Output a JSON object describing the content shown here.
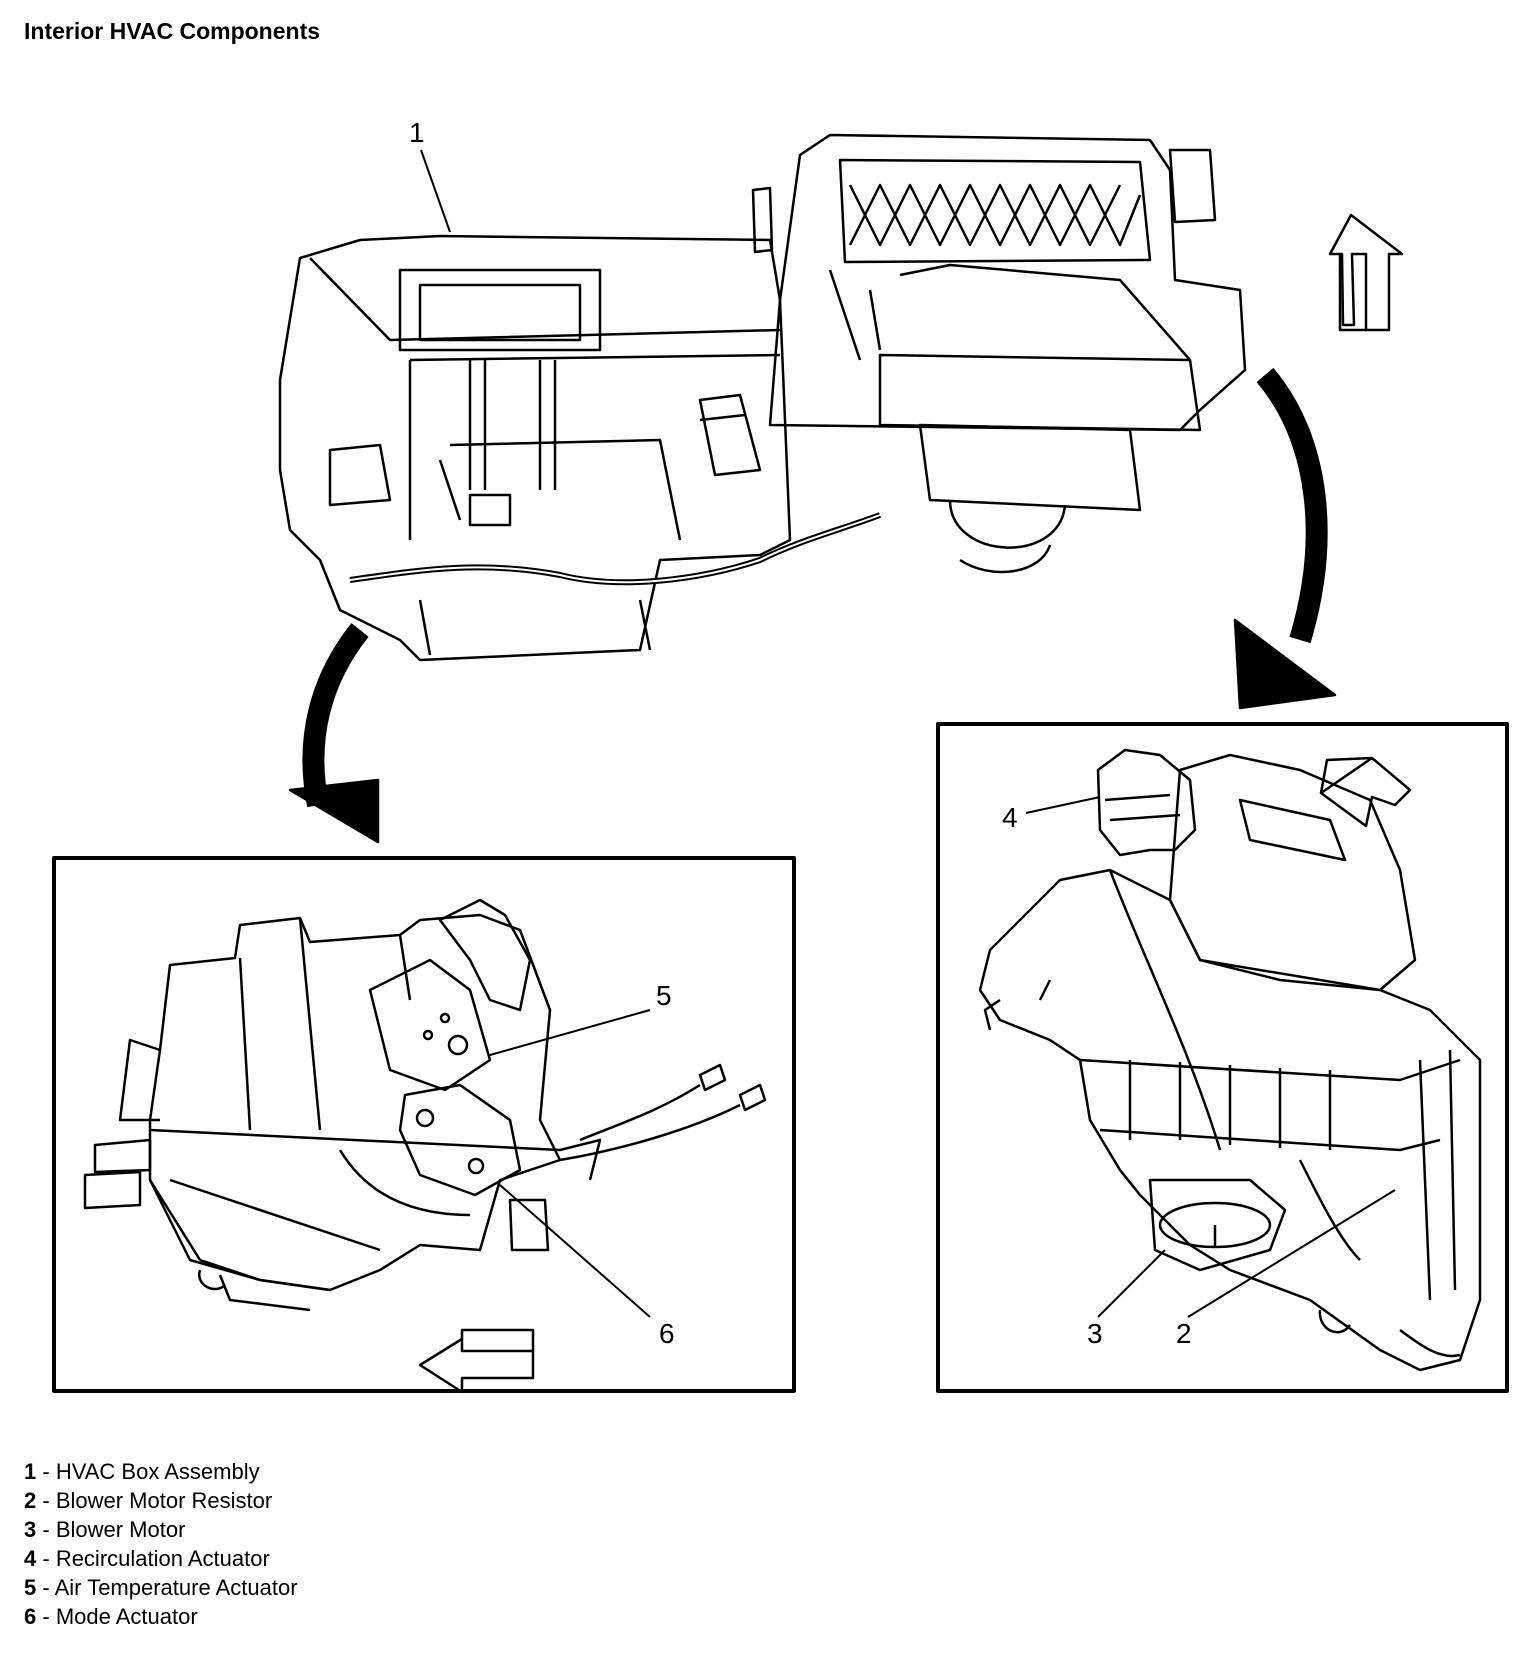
{
  "title": "Interior HVAC Components",
  "callouts": [
    "1",
    "2",
    "3",
    "4",
    "5",
    "6"
  ],
  "legend": [
    {
      "num": "1",
      "sep": " - ",
      "label": "HVAC Box Assembly"
    },
    {
      "num": "2",
      "sep": " - ",
      "label": "Blower Motor Resistor"
    },
    {
      "num": "3",
      "sep": " - ",
      "label": "Blower Motor"
    },
    {
      "num": "4",
      "sep": " - ",
      "label": "Recirculation Actuator"
    },
    {
      "num": "5",
      "sep": " - ",
      "label": "Air Temperature Actuator"
    },
    {
      "num": "6",
      "sep": " - ",
      "label": "Mode Actuator"
    }
  ],
  "icons": [
    "arrow-up-icon",
    "arrow-left-icon",
    "arrow-right-icon",
    "curved-arrow-icon"
  ]
}
